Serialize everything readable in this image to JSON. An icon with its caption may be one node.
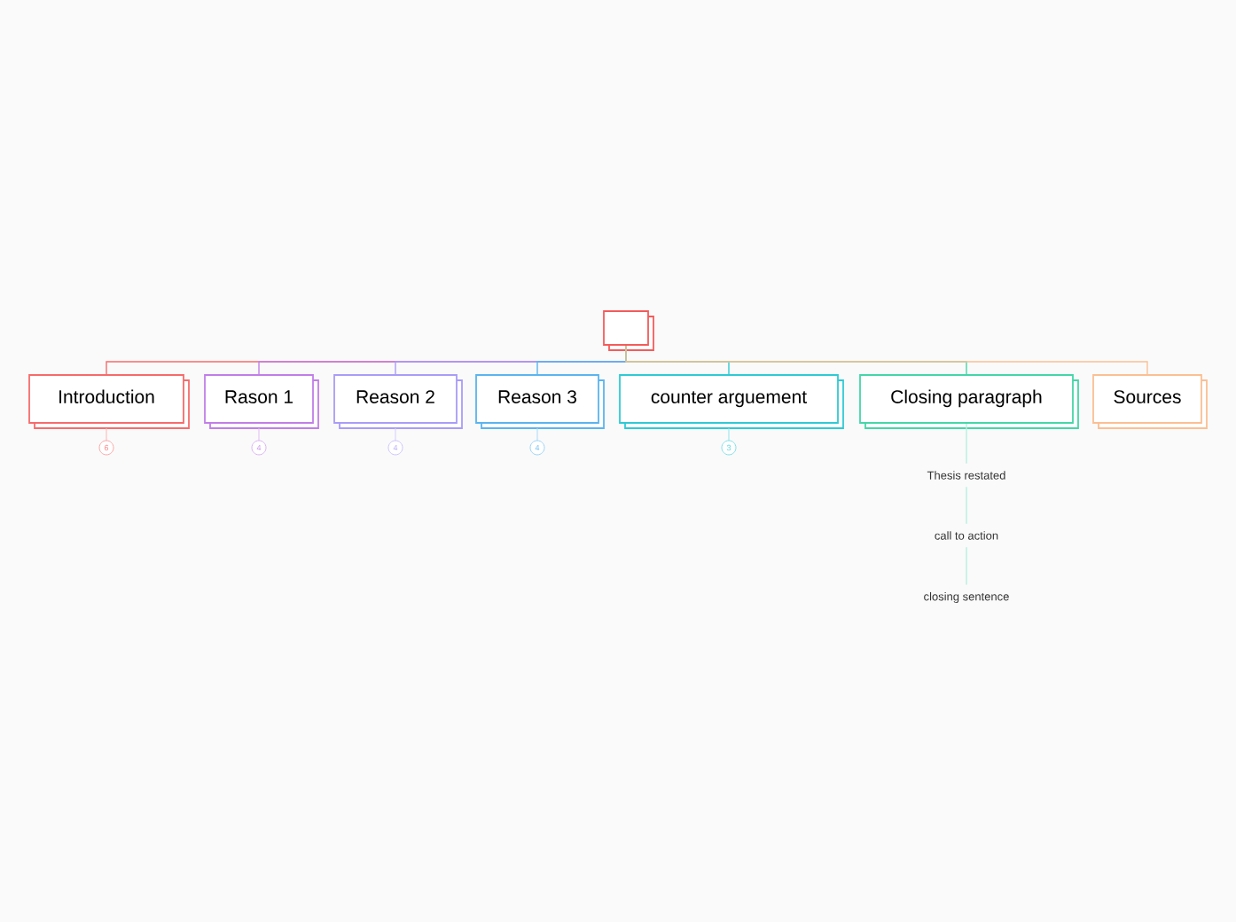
{
  "diagram": {
    "nodes": [
      {
        "text": [],
        "shape": "box"
      },
      {
        "text": [
          "Introduction"
        ],
        "beside": [
          "6"
        ]
      },
      {
        "text": [
          "Rason 1"
        ],
        "beside": [
          "4"
        ]
      },
      {
        "text": [
          "Reason 2"
        ],
        "beside": [
          "4"
        ]
      },
      {
        "text": [
          "Reason 3"
        ],
        "beside": [
          "4"
        ]
      },
      {
        "text": [
          "counter arguement"
        ],
        "beside": [
          "3"
        ]
      },
      {
        "text": [
          "Closing paragraph"
        ]
      },
      {
        "text": [
          "Sources"
        ]
      },
      {
        "text": [
          "Thesis restated"
        ]
      },
      {
        "text": [
          "call to action"
        ]
      },
      {
        "text": [
          "closing sentence"
        ]
      }
    ],
    "edges": [
      {
        "from": 0,
        "to": 1,
        "arrow": "none",
        "color": "#f76b6b"
      },
      {
        "from": 0,
        "to": 2,
        "arrow": "none",
        "color": "#c17ee8"
      },
      {
        "from": 0,
        "to": 3,
        "arrow": "none",
        "color": "#a99cf8"
      },
      {
        "from": 0,
        "to": 4,
        "arrow": "none",
        "color": "#5ab4f0"
      },
      {
        "from": 0,
        "to": 5,
        "arrow": "none",
        "color": "#2ecad5"
      },
      {
        "from": 0,
        "to": 6,
        "arrow": "none",
        "color": "#45d6a8"
      },
      {
        "from": 0,
        "to": 7,
        "arrow": "none",
        "color": "#fbbf93"
      },
      {
        "from": 6,
        "to": 8,
        "arrow": "none",
        "color": "#b5eedd"
      },
      {
        "from": 8,
        "to": 9,
        "arrow": "none",
        "color": "#b5eedd"
      },
      {
        "from": 9,
        "to": 10,
        "arrow": "none",
        "color": "#b5eedd"
      }
    ]
  }
}
